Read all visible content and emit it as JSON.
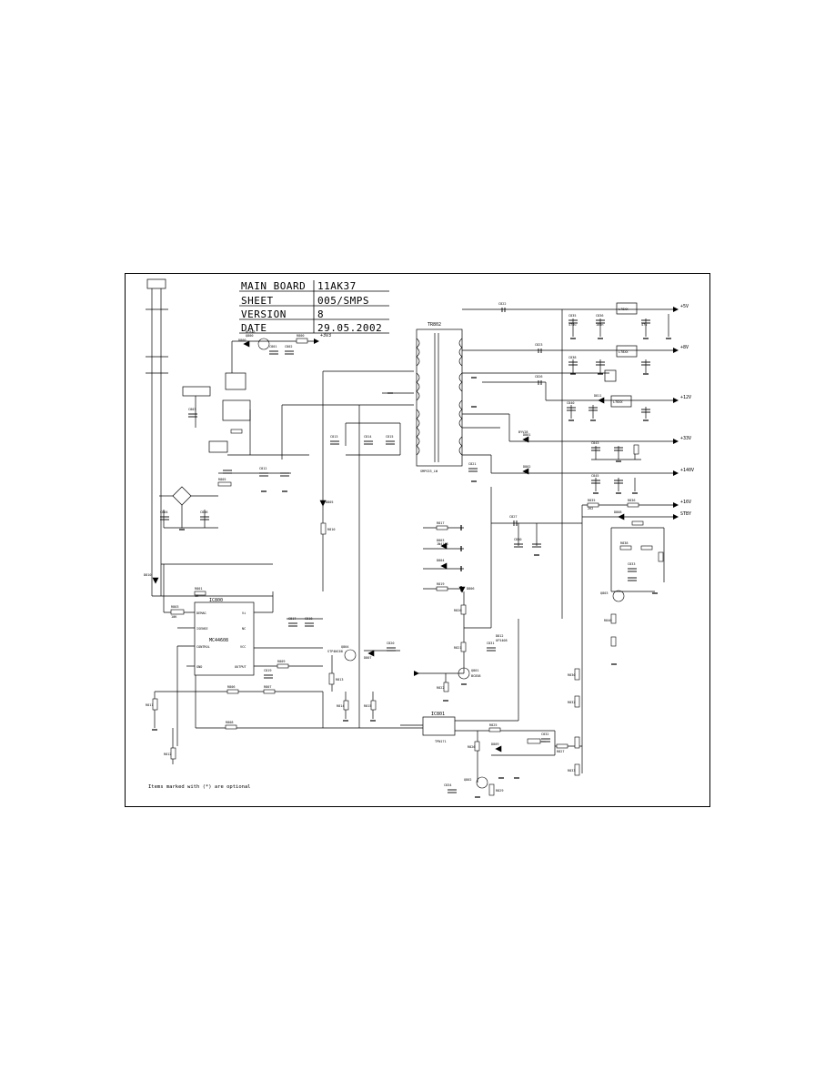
{
  "title_block": {
    "rows": [
      {
        "label": "MAIN BOARD",
        "value": "11AK37"
      },
      {
        "label": "SHEET",
        "value": "005/SMPS"
      },
      {
        "label": "VERSION",
        "value": "8"
      },
      {
        "label": "DATE",
        "value": "29.05.2002"
      }
    ]
  },
  "components": {
    "controller_ref": "IC800",
    "controller_part": "MC44608",
    "controller_pins": [
      "DEMAG",
      "ISENSE",
      "CONTROL",
      "GND",
      "Vi",
      "NC",
      "VCC",
      "OUTPUT"
    ],
    "transformer_ref": "TR802",
    "transformer_part": "SMPS33_LW",
    "optocoupler_ref": "IC801",
    "optocoupler_part": "TPN171",
    "regulators": [
      "L78XX",
      "L78XX",
      "L78XX"
    ],
    "capacitor_labels": [
      "C801",
      "C802",
      "C803",
      "C804",
      "C806",
      "C812",
      "C813",
      "C814",
      "C815",
      "C817",
      "C818",
      "C819",
      "C820",
      "C821",
      "C822",
      "C823",
      "C826",
      "C827",
      "C830",
      "C831",
      "C832",
      "C833",
      "C834",
      "C835",
      "C836",
      "C838",
      "C840",
      "C843",
      "C845"
    ],
    "resistor_labels": [
      "R800",
      "R801",
      "R803",
      "R805",
      "R806",
      "R807",
      "R808",
      "R809",
      "R810",
      "R811",
      "R812",
      "R813",
      "R814",
      "R815",
      "R817",
      "R819",
      "R820",
      "R821",
      "R822",
      "R825",
      "R826",
      "R827",
      "R829",
      "R830",
      "R832",
      "R833",
      "R835",
      "R836",
      "R838",
      "R840"
    ],
    "diode_labels": [
      "D800",
      "D801",
      "D802",
      "D803",
      "D804",
      "D805",
      "D806",
      "D807",
      "D808",
      "D809",
      "D810",
      "D811",
      "D812"
    ],
    "transistor_labels": [
      "Q800",
      "Q801",
      "Q802",
      "Q803",
      "Q804"
    ],
    "part_values": [
      "BC848",
      "BC858",
      "STP4NC60",
      "1N4148",
      "BYV28",
      "UF5408",
      "470u",
      "100n",
      "47u",
      "1K",
      "10K",
      "2K2"
    ]
  },
  "rails": [
    "+5V",
    "+8V",
    "+12V",
    "+33V",
    "+140V",
    "+16V",
    "STBY",
    "+3V3"
  ],
  "note": "Items marked with (*) are optional",
  "icons": {
    "ground": "ground-symbol-icon",
    "net_arrow": "net-arrow-icon"
  }
}
